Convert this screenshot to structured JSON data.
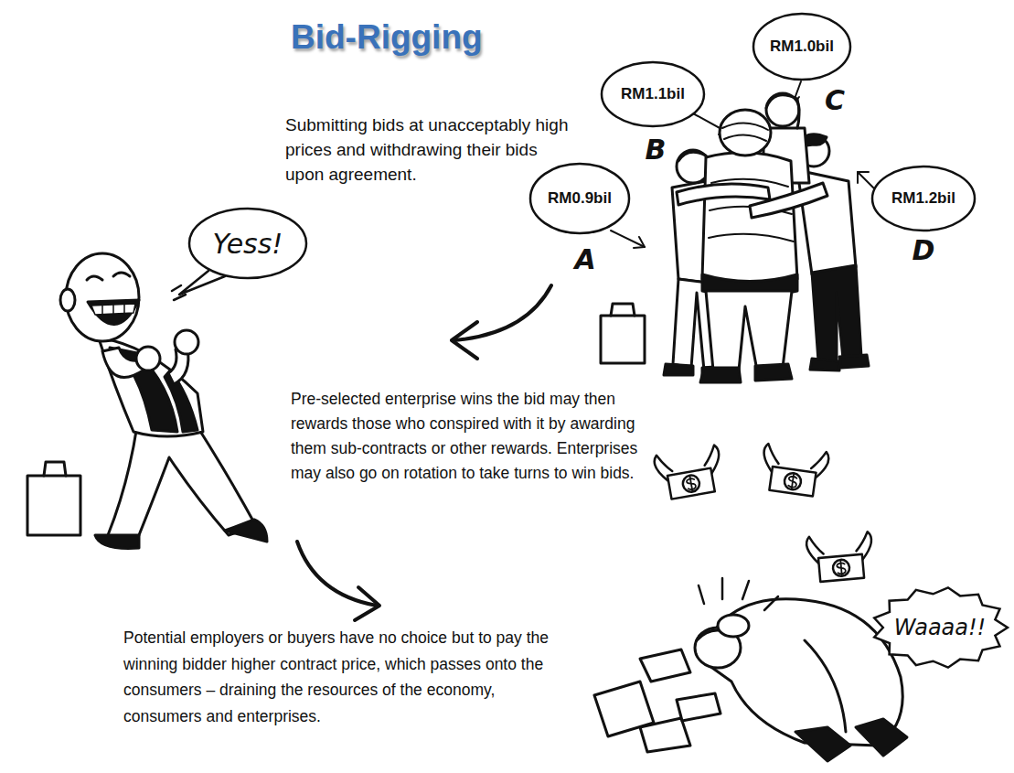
{
  "diagram": {
    "title": "Bid-Rigging",
    "nodes": [
      {
        "text": [
          "RM1.0bil"
        ]
      },
      {
        "text": [
          "RM1.1bil"
        ]
      },
      {
        "text": [
          "RM0.9bil"
        ]
      },
      {
        "text": [
          "RM1.2bil"
        ]
      },
      {
        "text": [
          "Yess!"
        ]
      },
      {
        "text": [
          "Waaaa!!"
        ]
      }
    ],
    "labels": [
      "Submitting bids at unacceptably high prices and withdrawing their bids upon agreement.",
      "C",
      "B",
      "A",
      "D",
      "Pre-selected enterprise wins the bid may then rewards those who conspired with it by awarding them sub-contracts or other rewards. Enterprises may also go on rotation to take turns to win bids.",
      "Potential employers or buyers have no choice but to pay the winning bidder higher contract price, which passes onto the consumers – draining the resources of the economy, consumers and enterprises."
    ]
  }
}
